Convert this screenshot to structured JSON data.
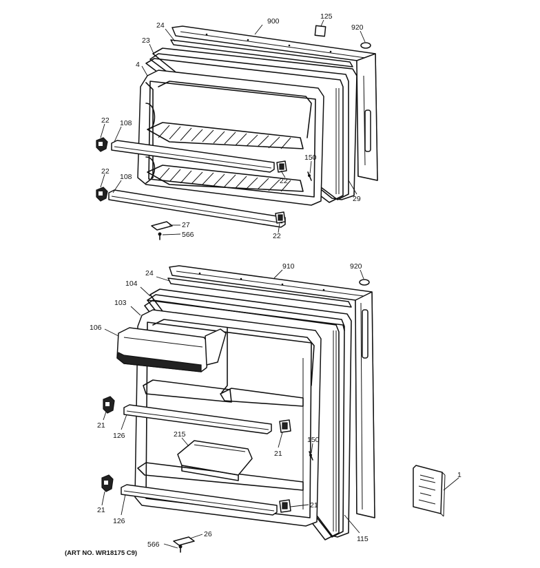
{
  "art_number": "(ART NO. WR18175 C9)",
  "upper_door": {
    "callouts": {
      "outer_door": "900",
      "nameplate": "125",
      "plug_top": "920",
      "top_strip": "24",
      "gasket": "23",
      "door_liner": "4",
      "bracket_upper_left": "22",
      "shelf_bar_upper": "108",
      "bracket_mid_left": "22",
      "shelf_bar_lower": "108",
      "bracket_upper_right": "22",
      "clip": "150",
      "side_trim": "29",
      "bracket_lower_right": "22",
      "hinge_part": "27",
      "screw": "566"
    }
  },
  "lower_door": {
    "callouts": {
      "outer_door": "910",
      "plug_top": "920",
      "top_strip": "24",
      "gasket_frame": "104",
      "door_liner": "103",
      "dairy_door": "106",
      "bracket_upper_left": "21",
      "shelf_bar_upper": "126",
      "egg_tray": "215",
      "bracket_upper_right": "21",
      "clip": "150",
      "bracket_lower_left": "21",
      "shelf_bar_lower": "126",
      "bracket_lower_right": "21",
      "side_trim": "115",
      "hinge_part": "26",
      "screw": "566"
    }
  },
  "literature": {
    "callout": "1"
  }
}
